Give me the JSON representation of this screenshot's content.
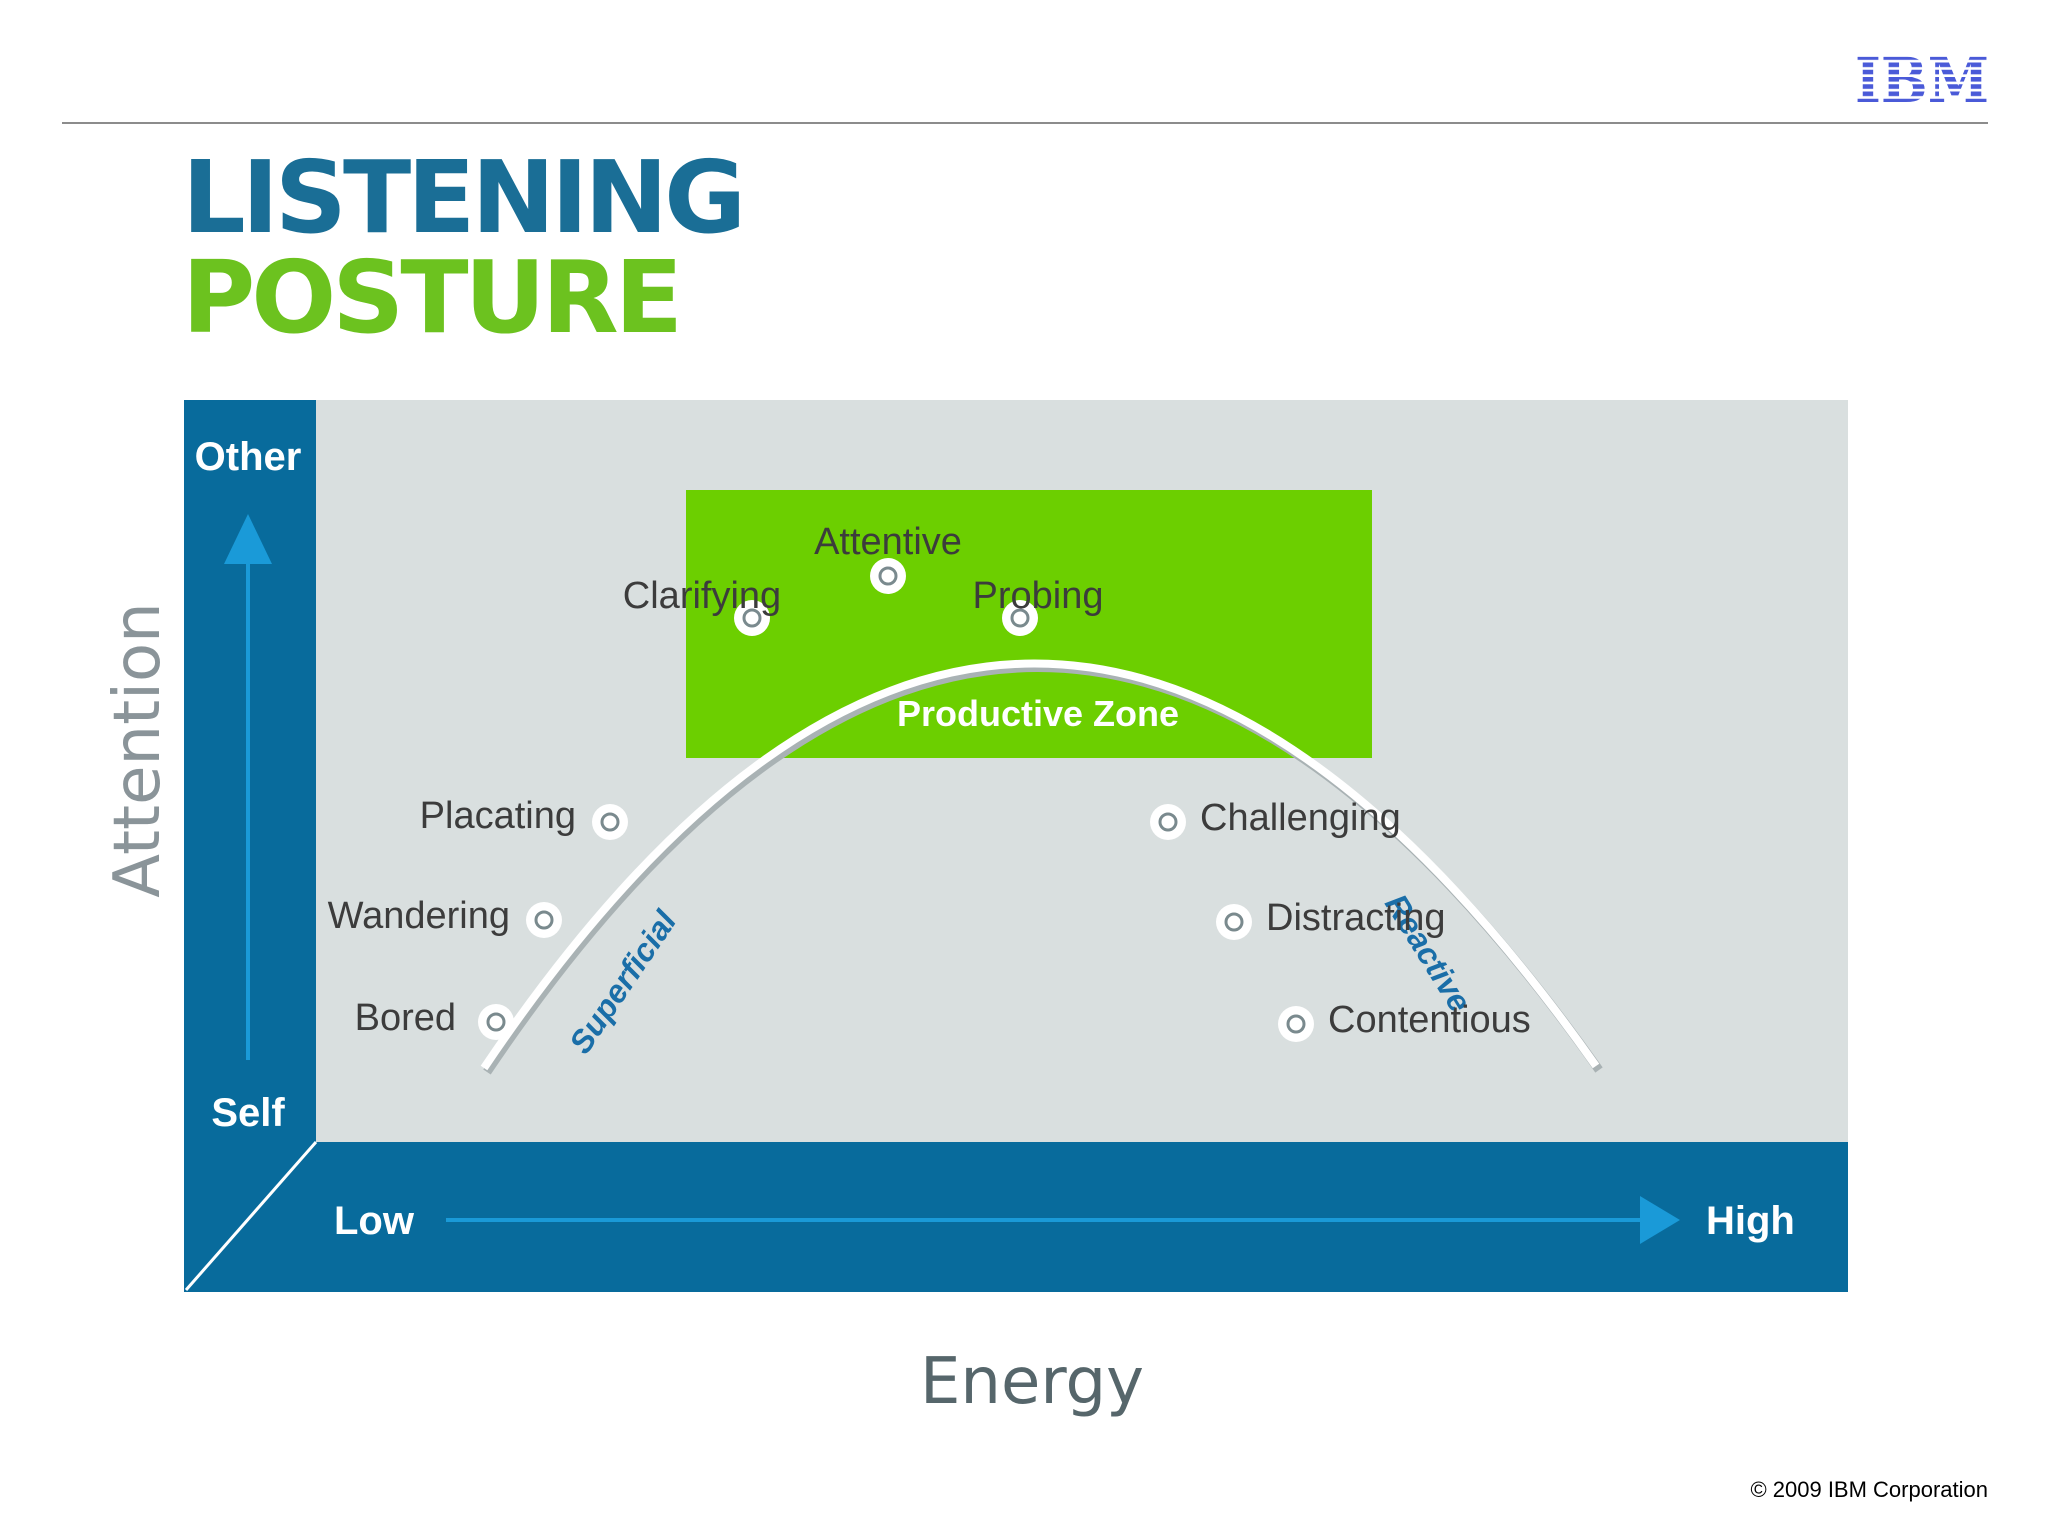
{
  "logo": "IBM",
  "title": {
    "line1": "LISTENING",
    "line2": "POSTURE"
  },
  "diagram": {
    "y_axis": {
      "title": "Attention",
      "top_label": "Other",
      "bottom_label": "Self"
    },
    "x_axis": {
      "title": "Energy",
      "low_label": "Low",
      "high_label": "High"
    },
    "zone_label": "Productive Zone",
    "left_segment_label": "Superficial",
    "right_segment_label": "Reactive",
    "postures": [
      "Bored",
      "Wandering",
      "Placating",
      "Clarifying",
      "Attentive",
      "Probing",
      "Challenging",
      "Distracting",
      "Contentious"
    ]
  },
  "colors": {
    "title_blue": "#1a6e96",
    "title_green": "#6cc21f",
    "axis_band": "#086b9c",
    "plot_background": "#d9dfdf",
    "productive_zone": "#6ccf00",
    "arrow": "#1a9ad8",
    "curve": "#ffffff",
    "logo": "#4a5ad8"
  },
  "footer": {
    "copyright": "© 2009 IBM Corporation"
  }
}
